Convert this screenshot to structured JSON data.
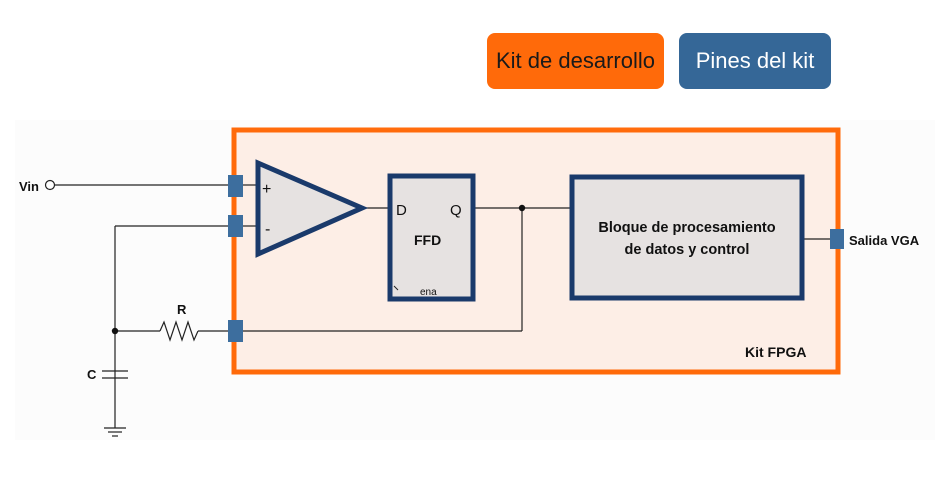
{
  "buttons": {
    "kit_label": "Kit de desarrollo",
    "pins_label": "Pines del kit"
  },
  "diagram": {
    "vin_label": "Vin",
    "plus_sign": "+",
    "minus_sign": "-",
    "ffd_d": "D",
    "ffd_q": "Q",
    "ffd_label": "FFD",
    "ffd_ena": "ena",
    "processing_line1": "Bloque de procesamiento",
    "processing_line2": "de datos y control",
    "output_label": "Salida VGA",
    "resistor_label": "R",
    "capacitor_label": "C",
    "fpga_label": "Kit FPGA"
  },
  "colors": {
    "accent_orange": "#ff6a0a",
    "accent_blue": "#356797",
    "fpga_fill": "#fdeee6",
    "block_border": "#1a3a6b",
    "block_fill": "#e8e4e2",
    "pin_fill": "#3d6e9e"
  }
}
